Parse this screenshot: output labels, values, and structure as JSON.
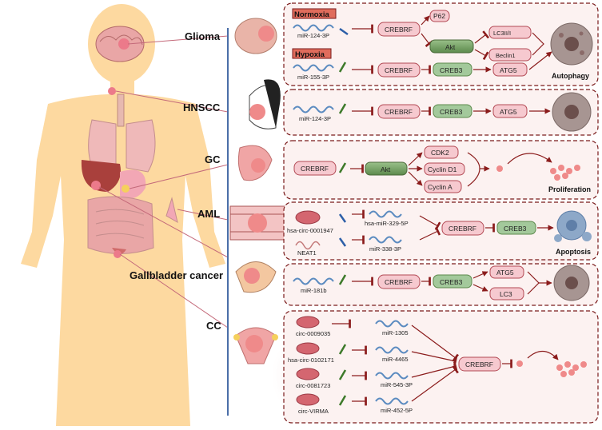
{
  "cancers": [
    "Glioma",
    "HNSCC",
    "GC",
    "AML",
    "Gallbladder cancer",
    "CC"
  ],
  "glioma": {
    "normoxia": "Normoxia",
    "hypoxia": "Hypoxia",
    "mir_normoxia": "miR-124-3P",
    "mir_hypoxia": "miR-155-3P",
    "crebrf": "CREBRF",
    "p62": "P62",
    "akt": "Akt",
    "lc3": "LC3II/I",
    "beclin": "Beclin1",
    "creb3": "CREB3",
    "atg5": "ATG5",
    "outcome": "Autophagy"
  },
  "hnscc": {
    "mir": "miR-124-3P",
    "crebrf": "CREBRF",
    "creb3": "CREB3",
    "atg5": "ATG5"
  },
  "gc": {
    "crebrf": "CREBRF",
    "akt": "Akt",
    "cdk2": "CDK2",
    "cyclin_d1": "Cyclin D1",
    "cyclin_a": "Cyclin A",
    "outcome": "Proliferation"
  },
  "aml": {
    "circ": "hsa-circ-0001947",
    "neat1": "NEAT1",
    "mir1": "hsa-miR-329-5P",
    "mir2": "miR-338-3P",
    "crebrf": "CREBRF",
    "creb3": "CREB3",
    "outcome": "Apoptosis"
  },
  "gallbladder": {
    "mir": "miR-181b",
    "crebrf": "CREBRF",
    "creb3": "CREB3",
    "atg5": "ATG5",
    "lc3": "LC3"
  },
  "cc": {
    "circs": [
      "circ-0009035",
      "hsa-circ-0102171",
      "circ-0081723",
      "circ-VIRMA"
    ],
    "mirs": [
      "miR-1305",
      "miR-4465",
      "miR-545-3P",
      "miR-452-5P"
    ],
    "crebrf": "CREBRF"
  },
  "colors": {
    "body": "#fdd9a0",
    "panel_border": "#7a1b1b",
    "panel_fill": "#fcf2f1",
    "node_fill": "#f6c9cf",
    "node_stroke": "#b34a55",
    "arrow": "#8b1c1c",
    "green_arrow": "#3d7a2a",
    "blue_arrow": "#2d5fa8",
    "label_red": "#e06c5c",
    "timeline": "#4a6ea8",
    "cell_out": "#8a6a68"
  }
}
